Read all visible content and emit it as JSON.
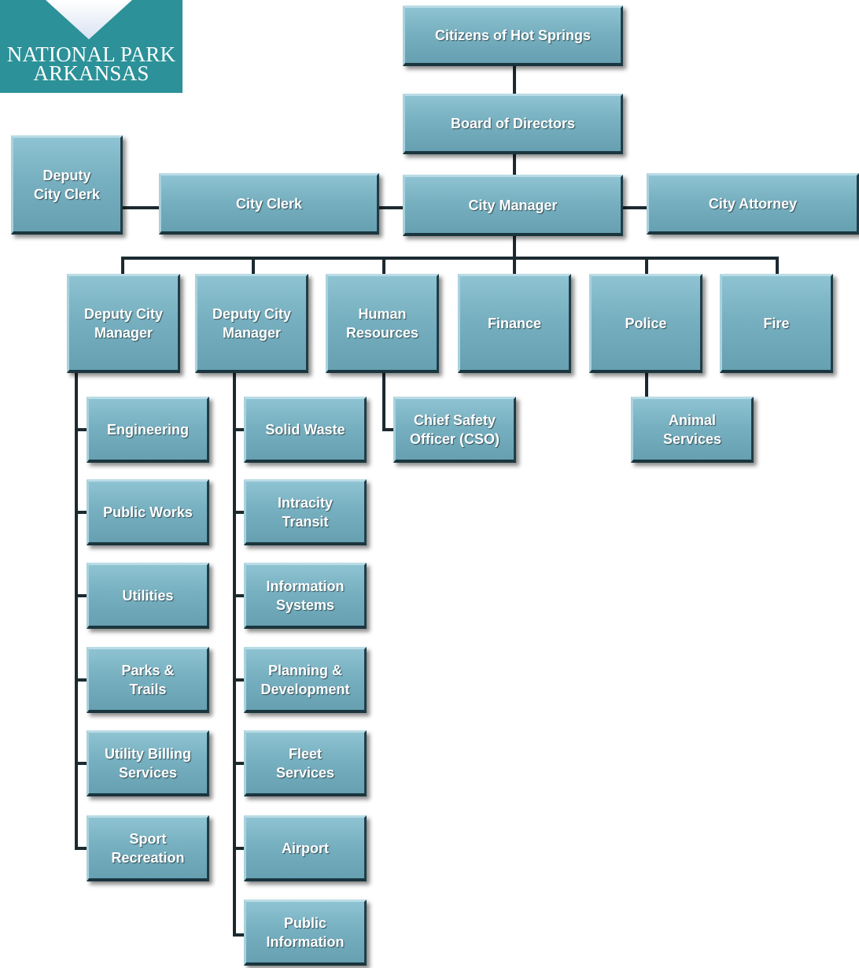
{
  "logo": {
    "line1": "NATIONAL PARK",
    "line2": "ARKANSAS",
    "background": "#2c9198"
  },
  "colors": {
    "box_fill_top": "#8ec3d2",
    "box_fill_bottom": "#66a0b1",
    "box_border_dark": "#1f3d47",
    "connector": "#1c2a30",
    "text": "#ffffff"
  },
  "org_chart": {
    "top": {
      "citizens": "Citizens of Hot Springs",
      "board": "Board of Directors",
      "city_manager": "City Manager",
      "city_clerk": "City Clerk",
      "deputy_city_clerk": "Deputy\nCity Clerk",
      "city_attorney": "City Attorney"
    },
    "departments": {
      "deputy_city_manager_1": "Deputy City\nManager",
      "deputy_city_manager_2": "Deputy City\nManager",
      "human_resources": "Human\nResources",
      "finance": "Finance",
      "police": "Police",
      "fire": "Fire"
    },
    "sub_units": {
      "chief_safety_officer": "Chief Safety\nOfficer (CSO)",
      "animal_services": "Animal\nServices"
    },
    "deputy1_divisions": [
      "Engineering",
      "Public Works",
      "Utilities",
      "Parks &\nTrails",
      "Utility Billing\nServices",
      "Sport\nRecreation"
    ],
    "deputy2_divisions": [
      "Solid Waste",
      "Intracity\nTransit",
      "Information\nSystems",
      "Planning &\nDevelopment",
      "Fleet\nServices",
      "Airport",
      "Public\nInformation"
    ]
  }
}
